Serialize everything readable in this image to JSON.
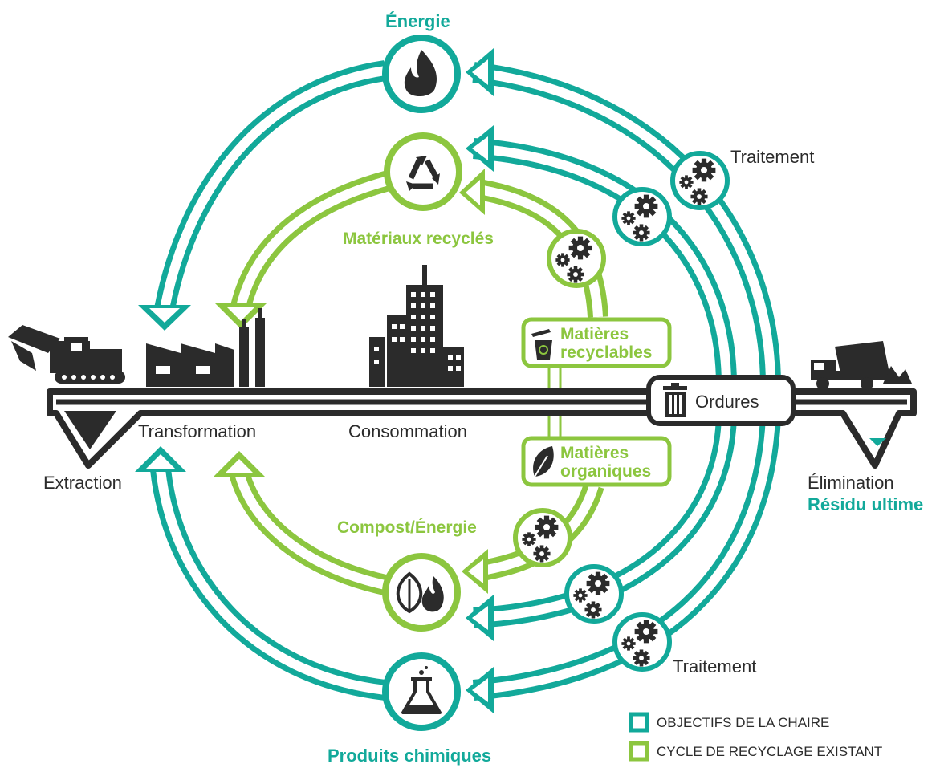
{
  "colors": {
    "teal": "#12a99a",
    "green": "#8cc63f",
    "dark": "#2b2b2b"
  },
  "labels": {
    "energie": "Énergie",
    "traitement_top": "Traitement",
    "traitement_bottom": "Traitement",
    "materiaux_recycles": "Matériaux recyclés",
    "compost_energie": "Compost/Énergie",
    "produits_chimiques": "Produits chimiques",
    "matieres_recyclables_1": "Matières",
    "matieres_recyclables_2": "recyclables",
    "matieres_organiques_1": "Matières",
    "matieres_organiques_2": "organiques",
    "ordures": "Ordures",
    "extraction": "Extraction",
    "transformation": "Transformation",
    "consommation": "Consommation",
    "elimination": "Élimination",
    "residu_ultime": "Résidu ultime"
  },
  "legend": [
    {
      "label": "OBJECTIFS DE LA CHAIRE",
      "color": "#12a99a"
    },
    {
      "label": "CYCLE DE RECYCLAGE EXISTANT",
      "color": "#8cc63f"
    }
  ],
  "icons": {
    "energy_node": "flame-icon",
    "recycle_node": "recycle-icon",
    "compost_node": "leaf-flame-icon",
    "chemicals_node": "flask-icon",
    "gear": "gears-icon",
    "bin": "trash-bin-icon",
    "organic": "leaf-icon",
    "recyclable": "recycle-bin-icon",
    "excavator": "excavator-icon",
    "factory": "factory-icon",
    "building": "building-icon",
    "truck": "dump-truck-icon"
  }
}
